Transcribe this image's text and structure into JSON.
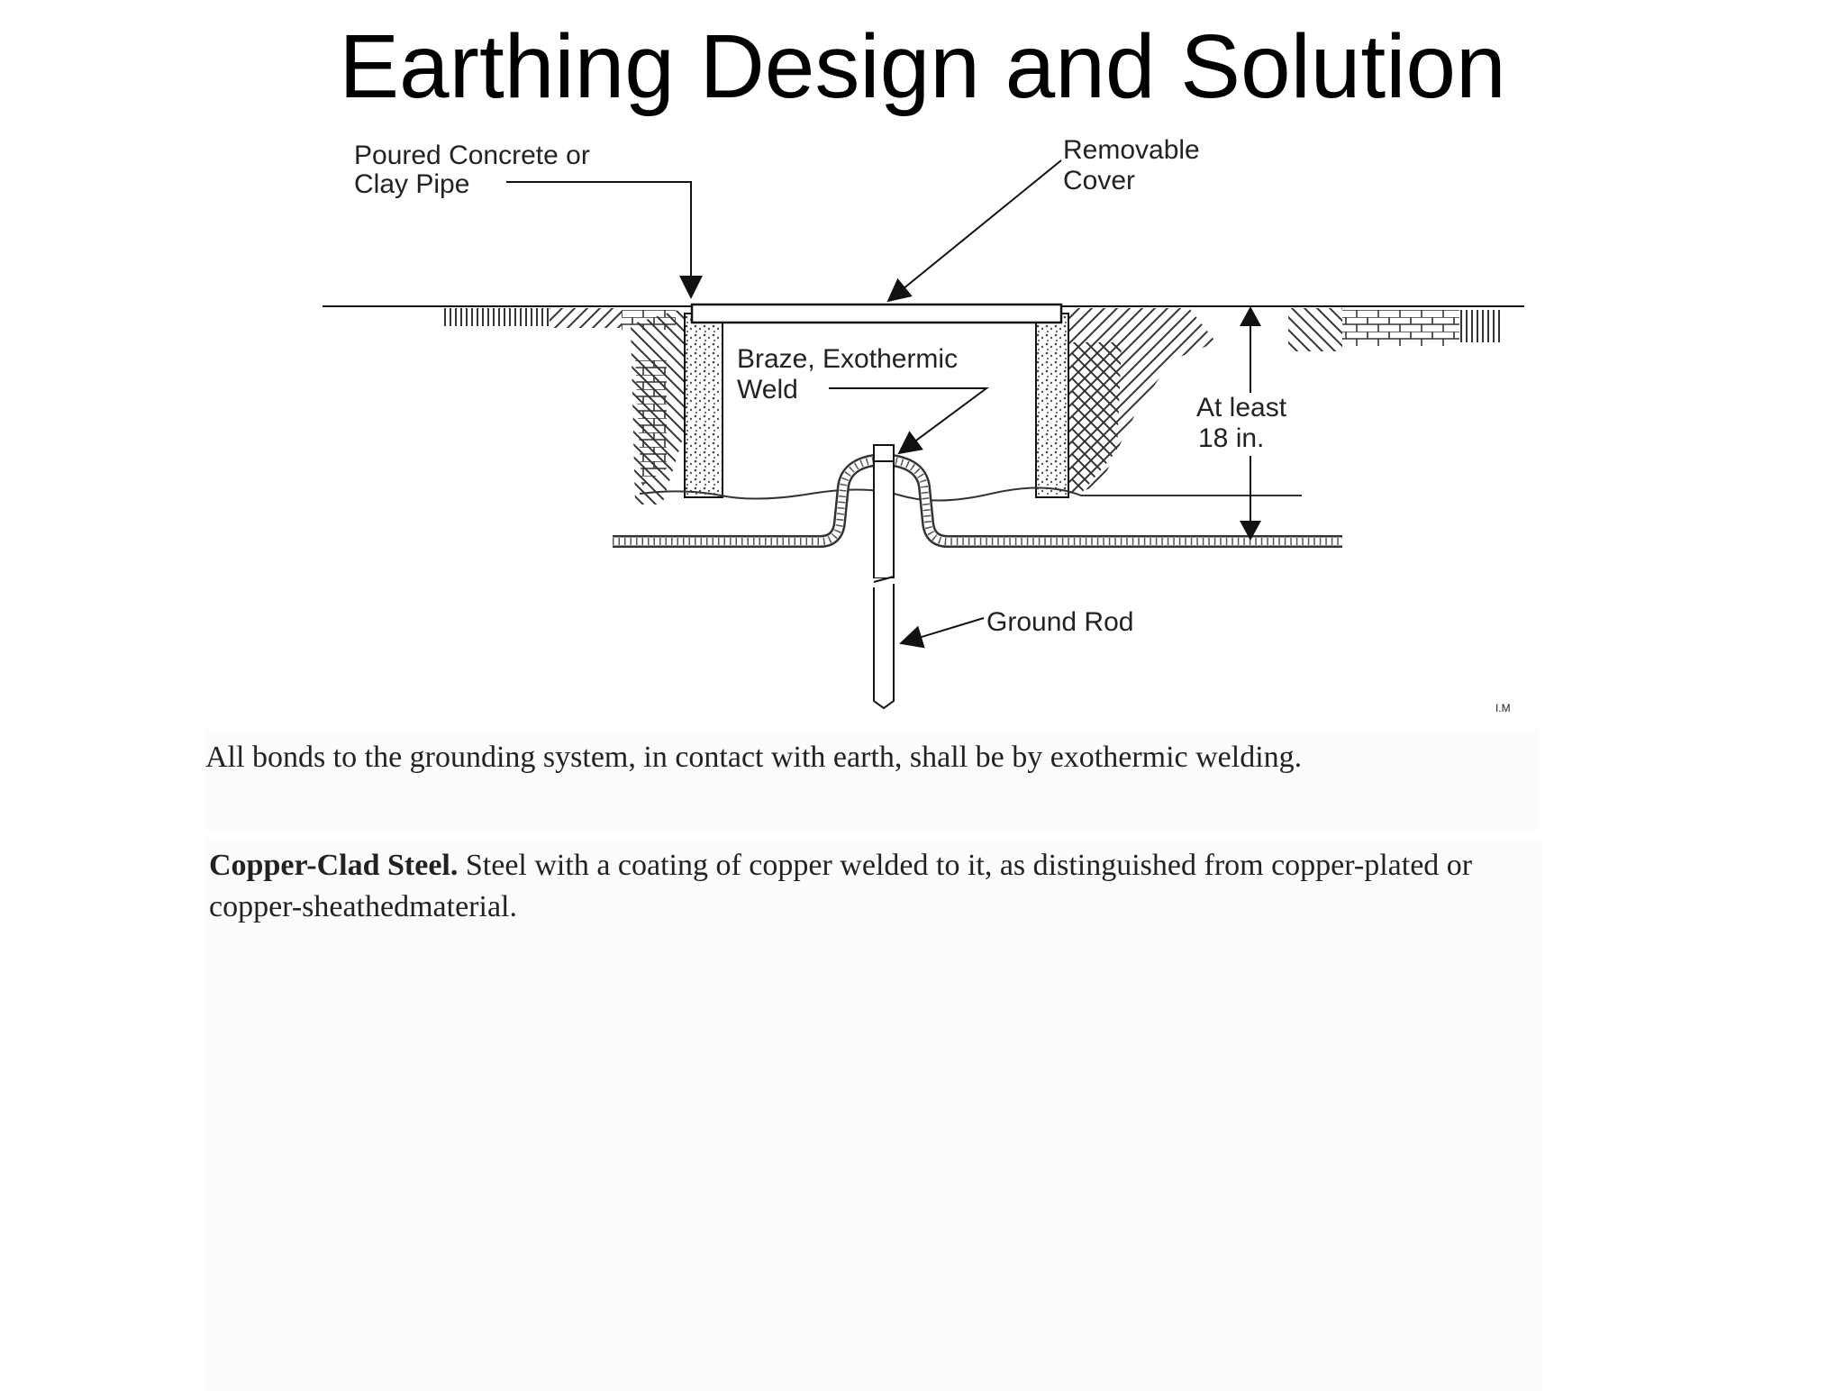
{
  "title": "Earthing Design and Solution",
  "diagram": {
    "labels": {
      "pipe_line1": "Poured Concrete or",
      "pipe_line2": "Clay Pipe",
      "cover_line1": "Removable",
      "cover_line2": "Cover",
      "weld_line1": "Braze, Exothermic",
      "weld_line2": "Weld",
      "depth_line1": "At least",
      "depth_line2": "18 in.",
      "rod": "Ground Rod",
      "corner_mark": "I.M"
    }
  },
  "text": {
    "para1": "All bonds to the grounding system, in contact with earth, shall be by exothermic welding.",
    "para2_term": "Copper-Clad Steel.",
    "para2_body": " Steel with a coating of copper welded to it, as distinguished from copper-plated or copper-sheathedmaterial."
  }
}
